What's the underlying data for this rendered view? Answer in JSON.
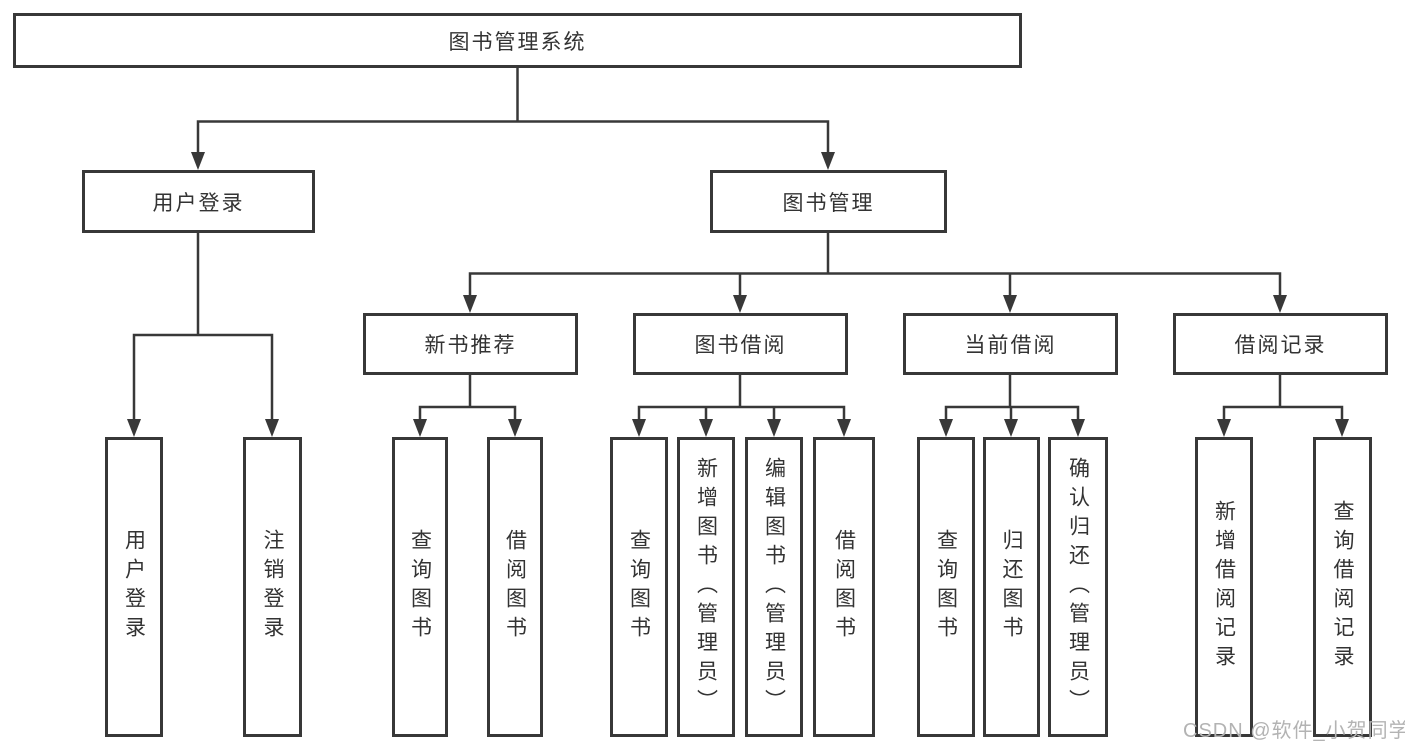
{
  "diagram": {
    "type": "tree",
    "colors": {
      "line": "#383838",
      "text": "#333333",
      "box_background": "#ffffff",
      "watermark_text": "#b3b3b3"
    }
  },
  "tree": {
    "root": {
      "label": "图书管理系统",
      "children": [
        {
          "label": "用户登录",
          "children": [
            {
              "label": "用户登录"
            },
            {
              "label": "注销登录"
            }
          ]
        },
        {
          "label": "图书管理",
          "children": [
            {
              "label": "新书推荐",
              "children": [
                {
                  "label": "查询图书"
                },
                {
                  "label": "借阅图书"
                }
              ]
            },
            {
              "label": "图书借阅",
              "children": [
                {
                  "label": "查询图书"
                },
                {
                  "label": "新增图书（管理员）"
                },
                {
                  "label": "编辑图书（管理员）"
                },
                {
                  "label": "借阅图书"
                }
              ]
            },
            {
              "label": "当前借阅",
              "children": [
                {
                  "label": "查询图书"
                },
                {
                  "label": "归还图书"
                },
                {
                  "label": "确认归还（管理员）"
                }
              ]
            },
            {
              "label": "借阅记录",
              "children": [
                {
                  "label": "新增借阅记录"
                },
                {
                  "label": "查询借阅记录"
                }
              ]
            }
          ]
        }
      ]
    }
  },
  "watermark": {
    "text": "CSDN @软件_小贺同学"
  }
}
